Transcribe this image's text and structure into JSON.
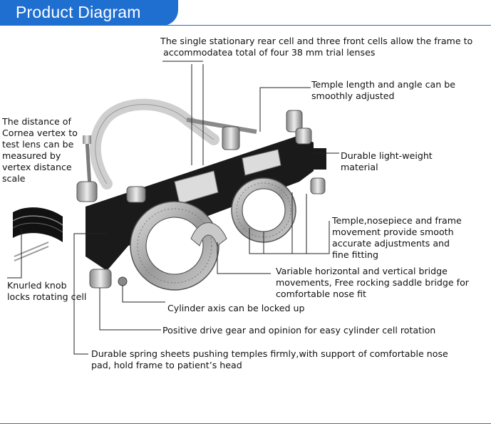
{
  "header": {
    "title": "Product Diagram"
  },
  "annotations": {
    "cells": "The single stationary rear cell and three front cells allow the frame to\n accommodatea total of four 38 mm trial lenses",
    "temple_length": "Temple length and angle can be\nsmoothly adjusted",
    "vertex_distance": "The distance of\nCornea vertex to\ntest lens can be\nmeasured by\nvertex distance\nscale",
    "material": "Durable light-weight\nmaterial",
    "temple_nosepiece": "Temple,nosepiece and frame\nmovement provide smooth\naccurate adjustments and\nfine fitting",
    "bridge": "Variable horizontal and vertical bridge\nmovements, Free rocking saddle bridge for\ncomfortable nose fit",
    "knurled_knob": "Knurled knob\nlocks rotating cell",
    "cylinder_axis": "Cylinder axis can be locked up",
    "drive_gear": "Positive drive gear and opinion for easy cylinder cell rotation",
    "spring_sheets": "Durable spring sheets pushing temples firmly,with support of comfortable nose\npad, hold frame to patient’s head"
  },
  "colors": {
    "header_blue": "#1f6fd1",
    "frame_black": "#1a1a1a",
    "metal_silver": "#b9b9b9",
    "temple_grey": "#cfcfcf"
  }
}
